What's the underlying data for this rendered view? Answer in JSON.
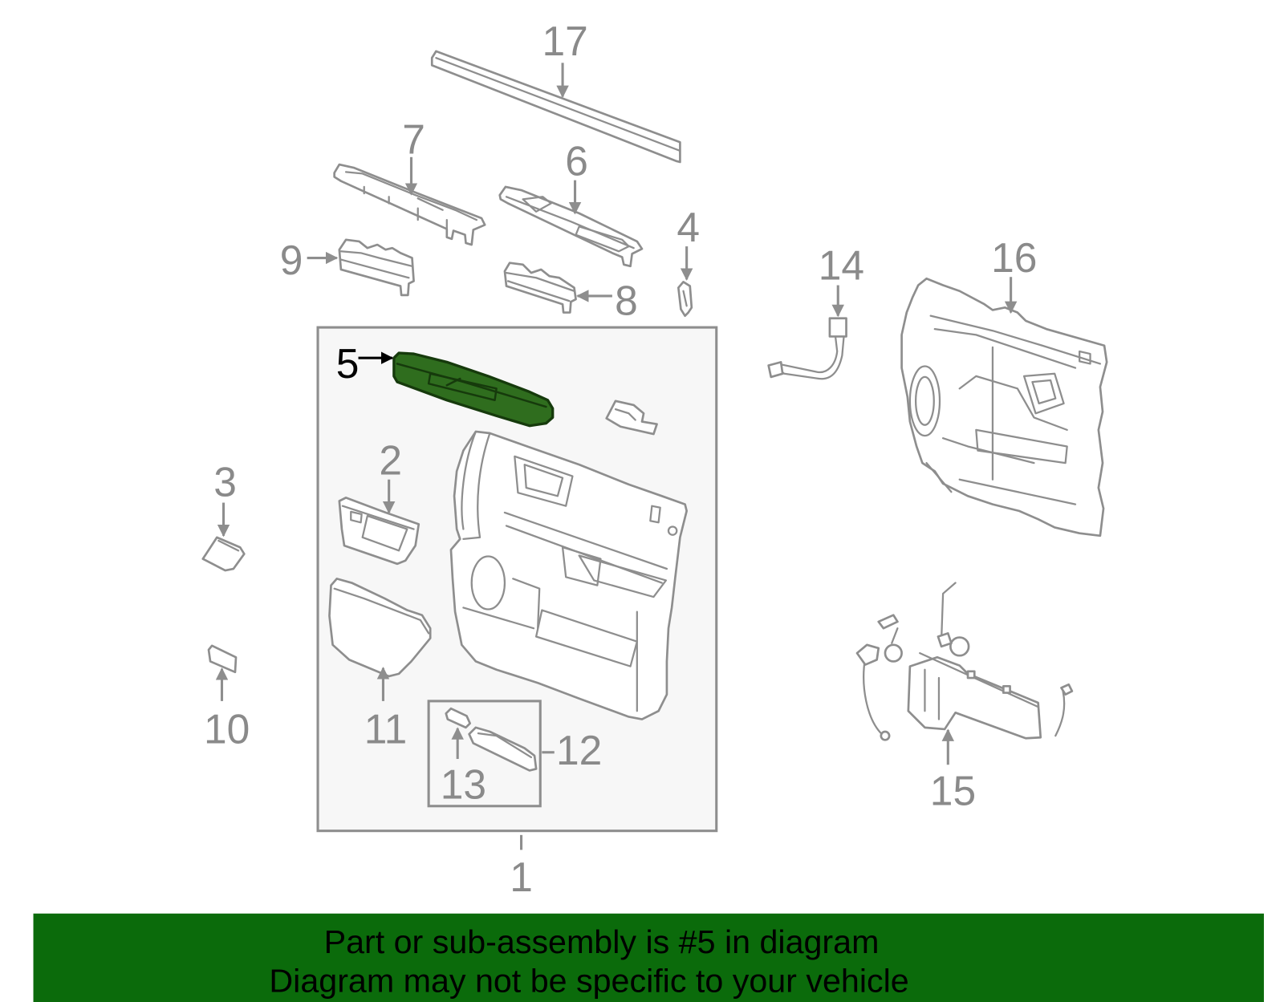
{
  "diagram": {
    "callouts": {
      "c1": "1",
      "c2": "2",
      "c3": "3",
      "c4": "4",
      "c5": "5",
      "c6": "6",
      "c7": "7",
      "c8": "8",
      "c9": "9",
      "c10": "10",
      "c11": "11",
      "c12": "12",
      "c13": "13",
      "c14": "14",
      "c15": "15",
      "c16": "16",
      "c17": "17"
    },
    "colors": {
      "line": "#8e8e8e",
      "callout_text": "#8a8a8a",
      "highlight_fill": "#2f6d1e",
      "highlight_stroke": "#163a0c",
      "highlight_callout": "#000000",
      "group_box_fill": "#f7f7f7"
    }
  },
  "banner": {
    "line1": "Part or sub-assembly is #5 in diagram",
    "line2": "Diagram may not be specific to your vehicle",
    "background": "#0b6b0b",
    "text_color": "#000000"
  }
}
